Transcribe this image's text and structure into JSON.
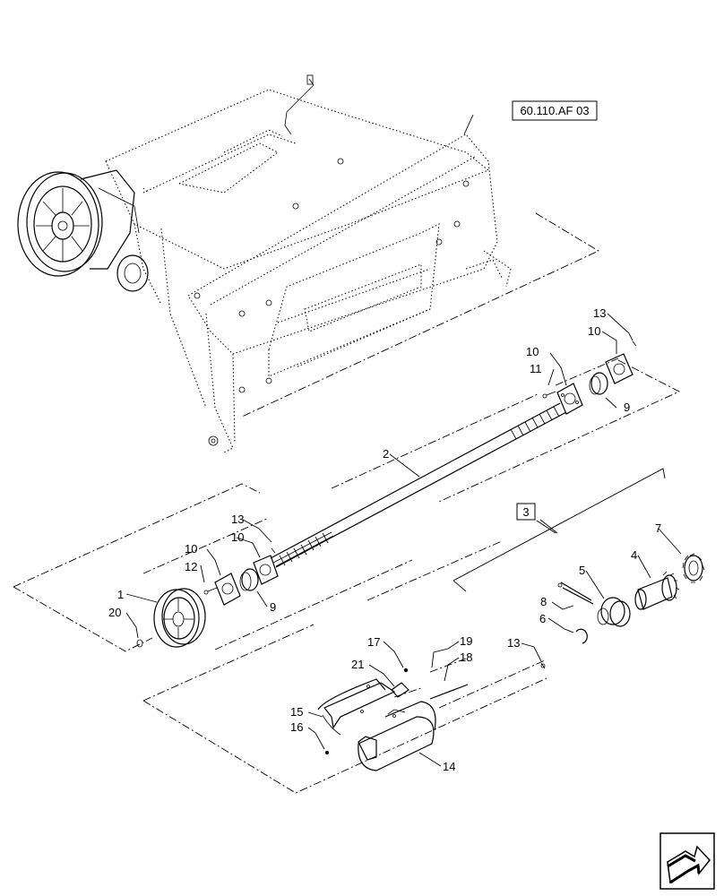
{
  "reference_label": "60.110.AF 03",
  "callouts": {
    "c1": "1",
    "c2": "2",
    "c3": "3",
    "c4": "4",
    "c5": "5",
    "c6": "6",
    "c7": "7",
    "c8": "8",
    "c9a": "9",
    "c9b": "9",
    "c10a": "10",
    "c10b": "10",
    "c10c": "10",
    "c10d": "10",
    "c11": "11",
    "c12": "12",
    "c13a": "13",
    "c13b": "13",
    "c13c": "13",
    "c14": "14",
    "c15": "15",
    "c16": "16",
    "c17": "17",
    "c18": "18",
    "c19": "19",
    "c20": "20",
    "c21": "21"
  },
  "nav_icon": "next-page-arrow-icon"
}
